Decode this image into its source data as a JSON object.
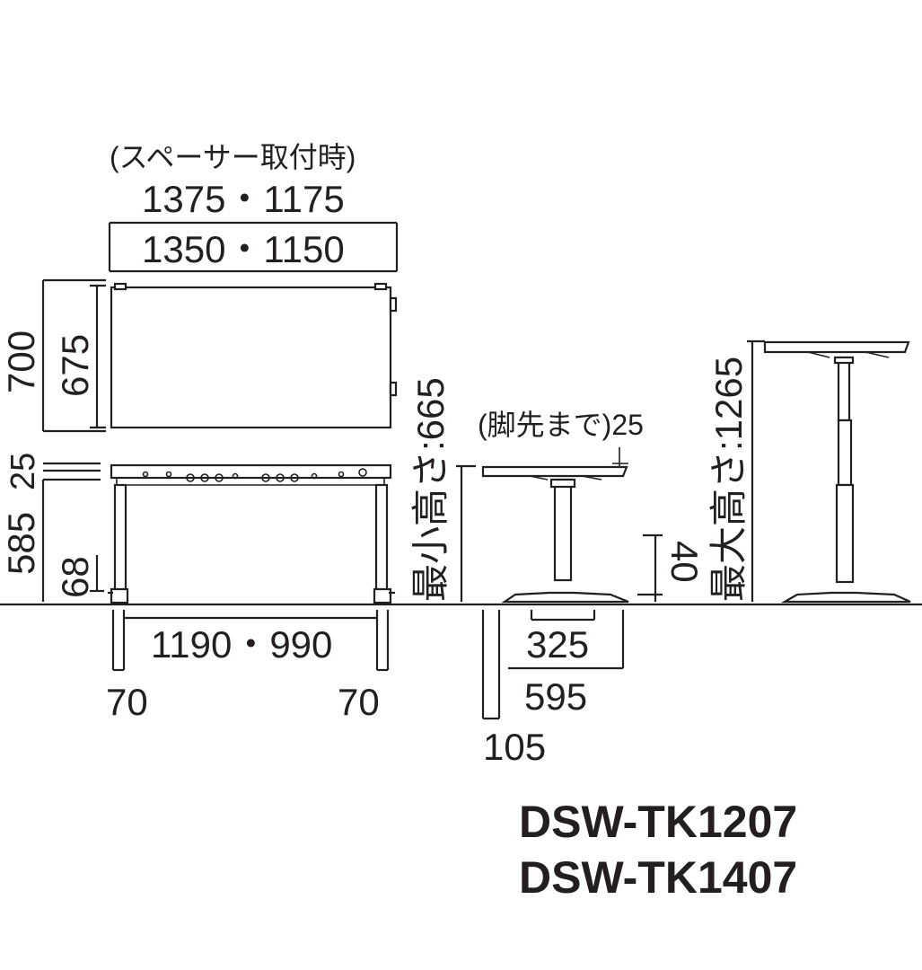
{
  "spacer_note": "(スペーサー取付時)",
  "width_with_spacer": "1375・1175",
  "width": "1350・1150",
  "depth_outer": "700",
  "depth": "675",
  "top_thickness": "25",
  "frame_height": "585",
  "adjuster_height": "68",
  "leg_span": "1190・990",
  "leg_left": "70",
  "leg_right": "70",
  "min_height_label": "最小高さ:665",
  "foot_note": "(脚先まで)25",
  "base_inner": "325",
  "base_outer": "595",
  "column_width": "105",
  "base_height": "40",
  "max_height_label": "最大高さ:1265",
  "models": [
    "DSW-TK1207",
    "DSW-TK1407"
  ],
  "colors": {
    "line": "#231f20",
    "background": "#ffffff"
  }
}
